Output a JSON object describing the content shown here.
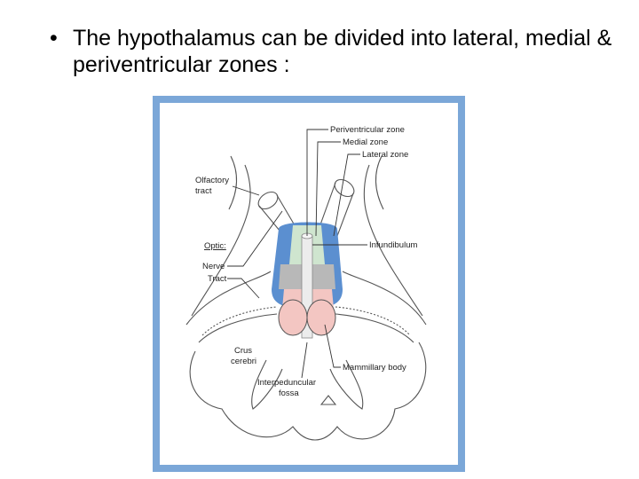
{
  "slide": {
    "bullet_symbol": "•",
    "bullet_text": "The hypothalamus can be divided into lateral, medial & periventricular zones :"
  },
  "figure": {
    "frame_color": "#7ba7d8",
    "zone_colors": {
      "lateral": "#5b8fd0",
      "medial": "#cfe5cf",
      "periventricular": "#e8e8e8",
      "mammillary": "#f3c6c2",
      "gray_region": "#b8b8b8"
    },
    "labels": {
      "periventricular_zone": "Periventricular zone",
      "medial_zone": "Medial zone",
      "lateral_zone": "Lateral zone",
      "olfactory_tract_1": "Olfactory",
      "olfactory_tract_2": "tract",
      "optic": "Optic:",
      "nerve": "Nerve",
      "tract": "Tract",
      "infundibulum": "Infundibulum",
      "crus_cerebri_1": "Crus",
      "crus_cerebri_2": "cerebri",
      "mammillary_body": "Mammillary body",
      "interpeduncular_1": "Interpeduncular",
      "interpeduncular_2": "fossa"
    }
  }
}
